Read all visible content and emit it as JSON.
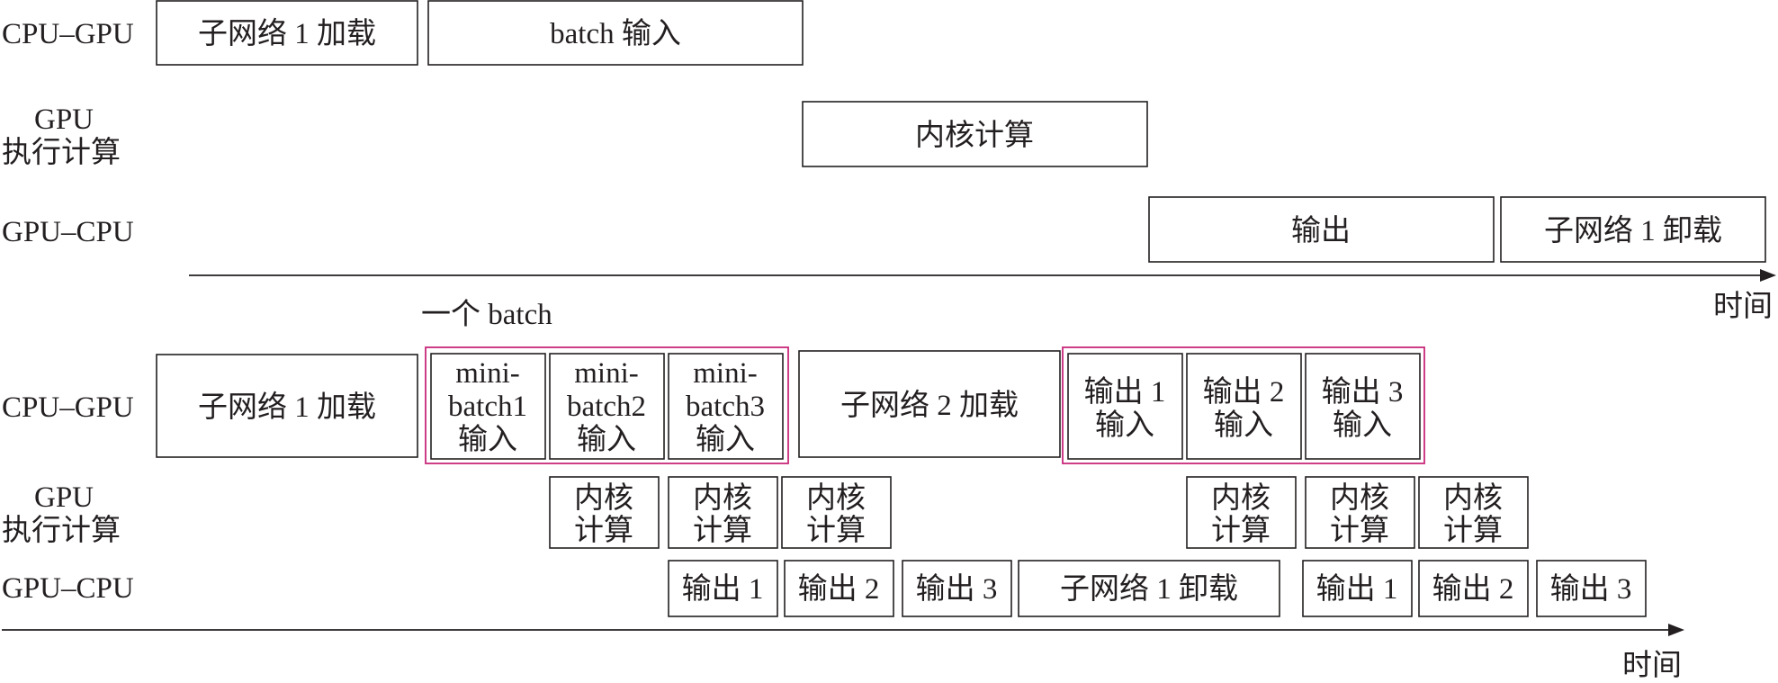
{
  "colors": {
    "box_stroke": "#231f20",
    "group_stroke": "#c8287a",
    "background": "#ffffff"
  },
  "top": {
    "row_labels": {
      "cpu_gpu": "CPU–GPU",
      "gpu_exec": [
        "GPU",
        "执行计算"
      ],
      "gpu_cpu": "GPU–CPU"
    },
    "blocks": {
      "subnet1_load": "子网络 1 加载",
      "batch_input": "batch 输入",
      "kernel_compute": "内核计算",
      "output": "输出",
      "subnet1_unload": "子网络 1 卸载"
    },
    "axis_label": "时间"
  },
  "bottom": {
    "batch_label": "一个 batch",
    "row_labels": {
      "cpu_gpu": "CPU–GPU",
      "gpu_exec": [
        "GPU",
        "执行计算"
      ],
      "gpu_cpu": "GPU–CPU"
    },
    "cpu_gpu_blocks": {
      "subnet1_load": "子网络 1 加载",
      "mb1_input": [
        "mini-",
        "batch1",
        "输入"
      ],
      "mb2_input": [
        "mini-",
        "batch2",
        "输入"
      ],
      "mb3_input": [
        "mini-",
        "batch3",
        "输入"
      ],
      "subnet2_load": "子网络 2 加载",
      "out1_input": [
        "输出 1",
        "输入"
      ],
      "out2_input": [
        "输出 2",
        "输入"
      ],
      "out3_input": [
        "输出 3",
        "输入"
      ]
    },
    "kernel_blocks": [
      [
        "内核",
        "计算"
      ],
      [
        "内核",
        "计算"
      ],
      [
        "内核",
        "计算"
      ],
      [
        "内核",
        "计算"
      ],
      [
        "内核",
        "计算"
      ],
      [
        "内核",
        "计算"
      ]
    ],
    "gpu_cpu_blocks": {
      "out1": "输出 1",
      "out2": "输出 2",
      "out3": "输出 3",
      "subnet1_unload": "子网络 1 卸载",
      "out1_b": "输出 1",
      "out2_b": "输出 2",
      "out3_b": "输出 3"
    },
    "axis_label": "时间"
  }
}
